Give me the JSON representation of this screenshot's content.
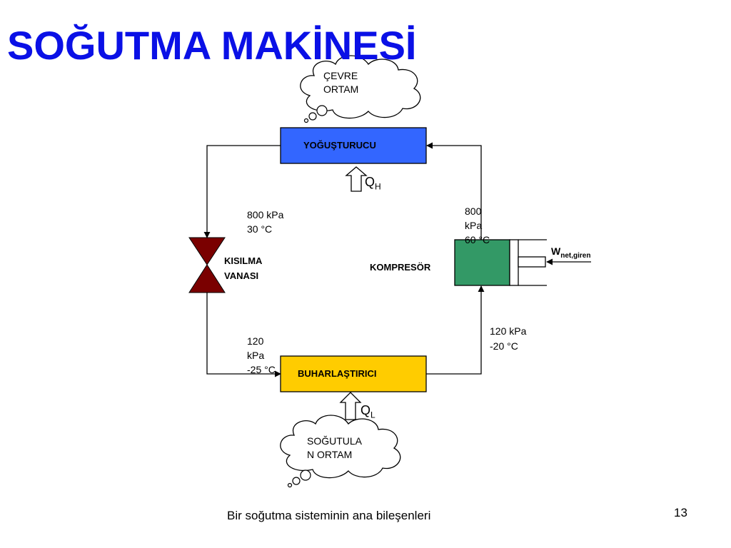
{
  "title": "SOĞUTMA MAKİNESİ",
  "colors": {
    "title": "#0a10e6",
    "condenser": "#3366ff",
    "evaporator": "#ffcc00",
    "compressor": "#339966",
    "valve": "#7a0000"
  },
  "environment": {
    "hot_line1": "ÇEVRE",
    "hot_line2": "ORTAM",
    "cold_line1": "SOĞUTULA",
    "cold_line2": "N ORTAM"
  },
  "components": {
    "condenser": "YOĞUŞTURUCU",
    "evaporator": "BUHARLAŞTIRICI",
    "compressor": "KOMPRESÖR",
    "valve_line1": "KISILMA",
    "valve_line2": "VANASI"
  },
  "heat": {
    "qh_symbol": "Q",
    "qh_sub": "H",
    "ql_symbol": "Q",
    "ql_sub": "L",
    "w_symbol": "W",
    "w_sub": "net,giren"
  },
  "states": {
    "s3_line1": "800 kPa",
    "s3_line2": "30 °C",
    "s2_line1": "800",
    "s2_line2": "kPa",
    "s2_line3": "60 °C",
    "s1_line1": "120 kPa",
    "s1_line2": "-20 °C",
    "s4_line1": "120",
    "s4_line2": "kPa",
    "s4_line3": "-25 °C"
  },
  "caption": "Bir soğutma sisteminin ana bileşenleri",
  "page_number": "13"
}
